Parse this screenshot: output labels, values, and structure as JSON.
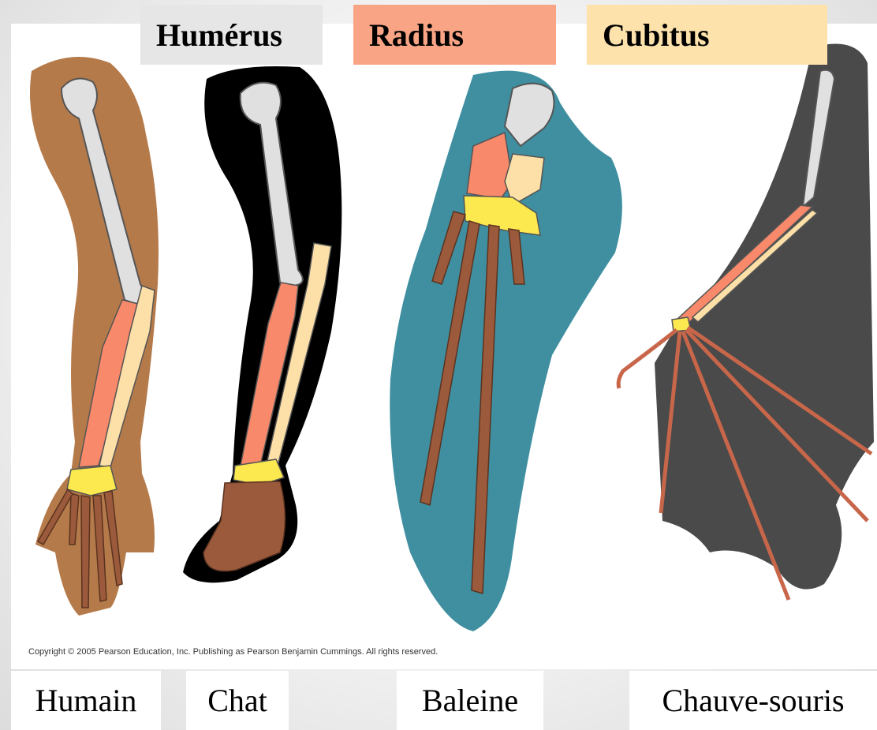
{
  "labels": {
    "humerus": "Humérus",
    "radius": "Radius",
    "cubitus": "Cubitus"
  },
  "captions": {
    "human": "Humain",
    "cat": "Chat",
    "whale": "Baleine",
    "bat": "Chauve-souris"
  },
  "copyright": "Copyright © 2005 Pearson Education, Inc. Publishing as Pearson Benjamin Cummings. All rights reserved.",
  "colors": {
    "humerus": "#e0e0e0",
    "radius": "#f8896a",
    "cubitus": "#fde0a8",
    "carpals": "#fce94f",
    "phalanges": "#9c5a3c",
    "human_skin": "#b57a4a",
    "cat_fur": "#000000",
    "whale_skin": "#3f8fa0",
    "bat_membrane": "#4a4a4a"
  }
}
